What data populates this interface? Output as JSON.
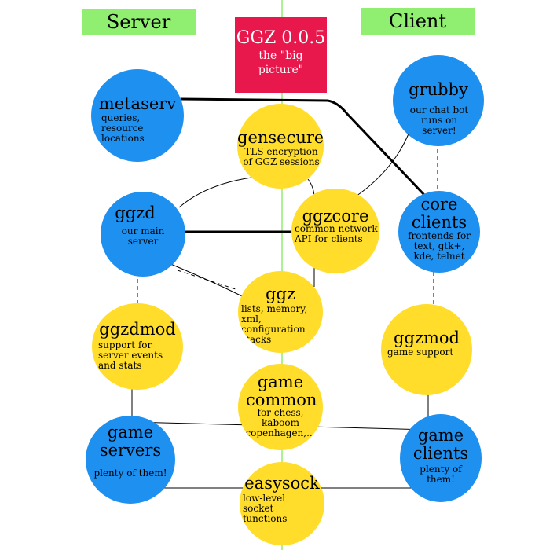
{
  "headers": {
    "server": "Server",
    "client": "Client"
  },
  "title": {
    "line1": "GGZ 0.0.5",
    "line2": "the \"big picture\""
  },
  "nodes": {
    "metaserv": {
      "name": "metaserv",
      "desc": "queries, resource locations",
      "color": "#1e90f0"
    },
    "grubby": {
      "name": "grubby",
      "desc": "our chat bot runs on server!",
      "color": "#1e90f0"
    },
    "gensecure": {
      "name": "gensecure",
      "desc": "TLS encryption of GGZ sessions",
      "color": "#ffdd2a"
    },
    "ggzd": {
      "name": "ggzd",
      "desc": "our main server",
      "color": "#1e90f0"
    },
    "ggzcore": {
      "name": "ggzcore",
      "desc": "common network API for clients",
      "color": "#ffdd2a"
    },
    "coreclients": {
      "name": "core clients",
      "desc": "frontends for text, gtk+, kde, telnet",
      "color": "#1e90f0"
    },
    "ggz": {
      "name": "ggz",
      "desc": "lists, memory, xml, configuration stacks",
      "color": "#ffdd2a"
    },
    "ggzdmod": {
      "name": "ggzdmod",
      "desc": "support for server events and stats",
      "color": "#ffdd2a"
    },
    "ggzmod": {
      "name": "ggzmod",
      "desc": "game support",
      "color": "#ffdd2a"
    },
    "gamecommon": {
      "name": "game common",
      "desc": "for chess, kaboom copenhagen,...",
      "color": "#ffdd2a"
    },
    "gameservers": {
      "name": "game servers",
      "desc": "plenty of them!",
      "color": "#1e90f0"
    },
    "gameclients": {
      "name": "game clients",
      "desc": "plenty of them!",
      "color": "#1e90f0"
    },
    "easysock": {
      "name": "easysock",
      "desc": "low-level socket functions",
      "color": "#ffdd2a"
    }
  },
  "colors": {
    "header": "#90ee70",
    "title": "#e8174c",
    "divider": "#90ee70"
  }
}
